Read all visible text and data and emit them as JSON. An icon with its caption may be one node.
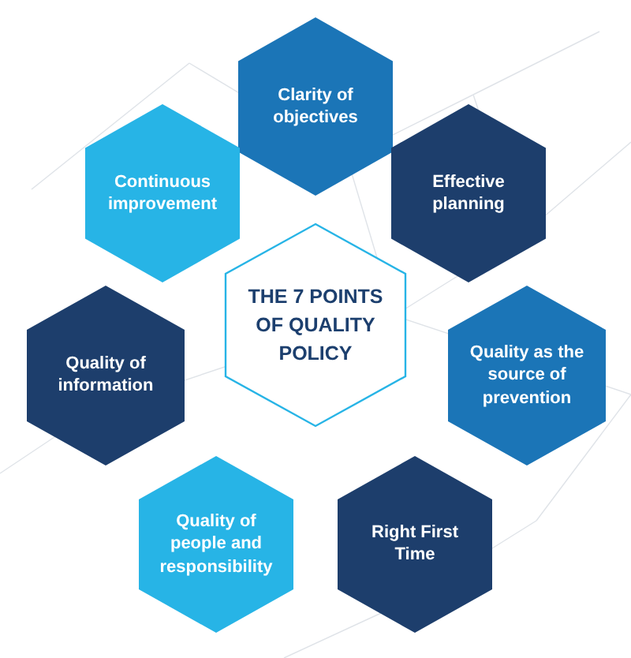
{
  "diagram": {
    "nodes": [
      {
        "text": [
          "Clarity of objectives"
        ]
      },
      {
        "text": [
          "Continuous improvement"
        ]
      },
      {
        "text": [
          "Effective planning"
        ]
      },
      {
        "text": [
          "THE 7 POINTS OF QUALITY POLICY"
        ]
      },
      {
        "text": [
          "Quality of information"
        ]
      },
      {
        "text": [
          "Quality as the source of prevention"
        ]
      },
      {
        "text": [
          "Quality of people and responsibility"
        ]
      },
      {
        "text": [
          "Right First Time"
        ]
      }
    ]
  }
}
